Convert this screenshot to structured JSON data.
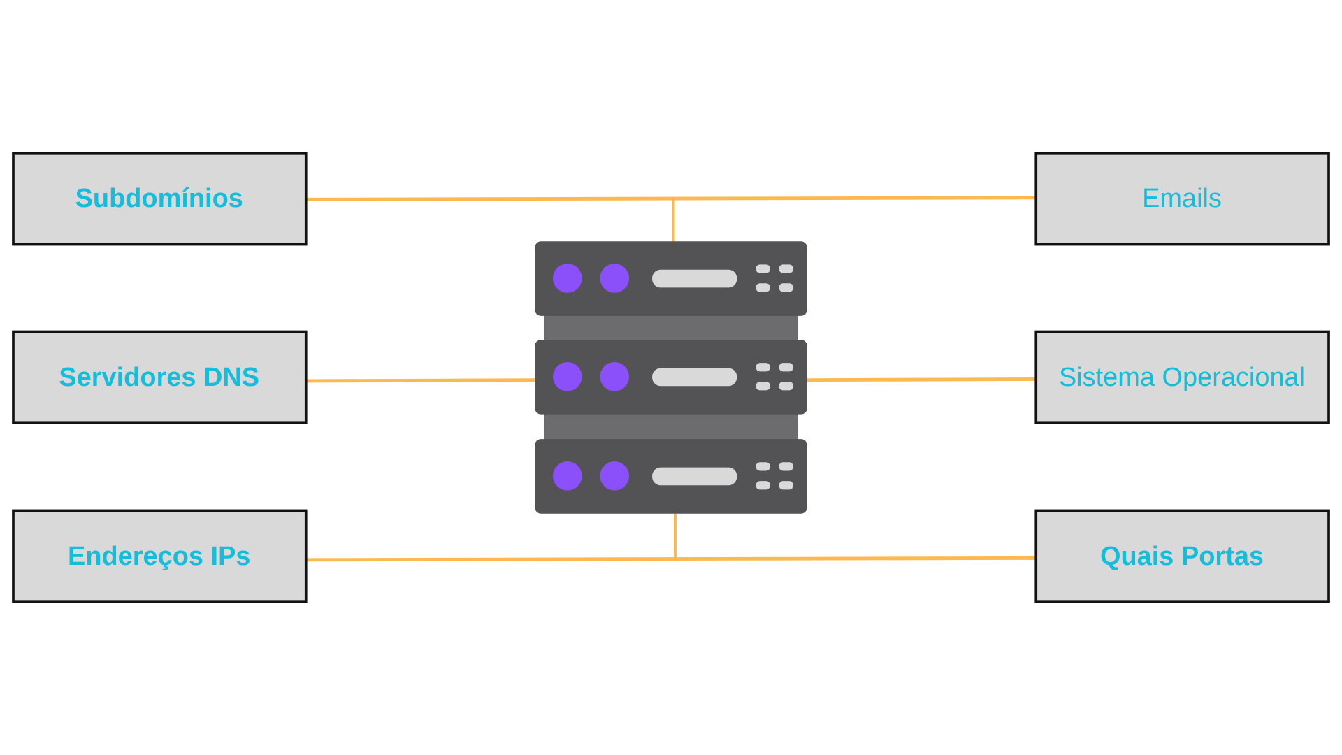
{
  "center": {
    "icon": "server-rack-icon"
  },
  "left_items": [
    {
      "label": "Subdomínios"
    },
    {
      "label": "Servidores DNS"
    },
    {
      "label": "Endereços IPs"
    }
  ],
  "right_items": [
    {
      "label": "Emails"
    },
    {
      "label": "Sistema Operacional"
    },
    {
      "label": "Quais Portas"
    }
  ],
  "colors": {
    "text": "#14BEDB",
    "connector": "#FDB951",
    "server": "#535356",
    "led": "#8B50FA",
    "box": "#D9D9D9"
  }
}
